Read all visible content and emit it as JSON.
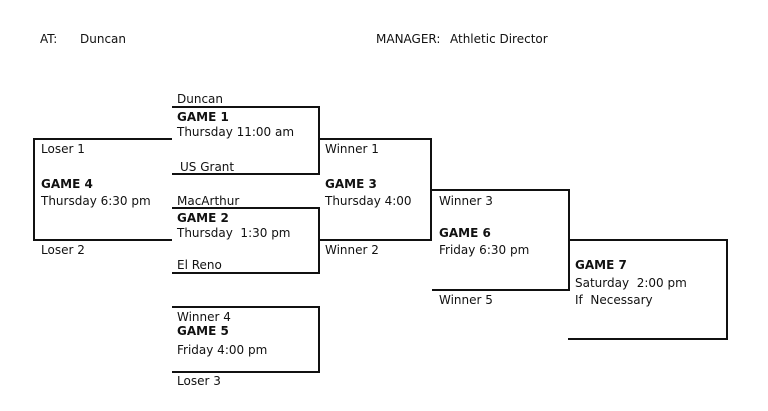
{
  "header": {
    "at_label": "AT:",
    "at_value": "Duncan",
    "manager_label": "MANAGER:",
    "manager_value": "Athletic Director"
  },
  "bracket": {
    "game1": {
      "top_team": "Duncan",
      "title": "GAME 1",
      "time": "Thursday 11:00 am",
      "bottom_team": "US Grant"
    },
    "game2": {
      "top_team": "MacArthur",
      "title": "GAME 2",
      "time": "Thursday  1:30 pm",
      "bottom_team": "El Reno"
    },
    "game3": {
      "top_team": "Winner 1",
      "title": "GAME 3",
      "time": "Thursday 4:00",
      "bottom_team": "Winner 2"
    },
    "game4": {
      "top_team": "Loser 1",
      "title": "GAME 4",
      "time": "Thursday 6:30 pm",
      "bottom_team": "Loser 2"
    },
    "game5": {
      "top_team": "Winner 4",
      "title": "GAME 5",
      "time": "Friday 4:00 pm",
      "bottom_team": "Loser 3"
    },
    "game6": {
      "top_team": "Winner 3",
      "title": "GAME 6",
      "time": "Friday 6:30 pm",
      "bottom_team": "Winner 5"
    },
    "game7": {
      "title": "GAME 7",
      "time": "Saturday  2:00 pm",
      "note": "If  Necessary"
    }
  }
}
